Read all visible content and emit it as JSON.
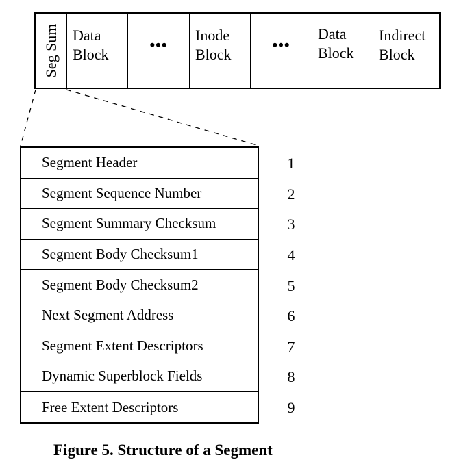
{
  "segment": {
    "cells": [
      {
        "id": "seg-sum",
        "label": "Seg Sum"
      },
      {
        "id": "data-block-1",
        "label": "Data\nBlock"
      },
      {
        "id": "ellipsis-1",
        "label": "•••"
      },
      {
        "id": "inode-block",
        "label": "Inode\nBlock"
      },
      {
        "id": "ellipsis-2",
        "label": "•••"
      },
      {
        "id": "data-block-2",
        "label": "Data\nBlock"
      },
      {
        "id": "indirect-block",
        "label": "Indirect\nBlock"
      }
    ]
  },
  "summary_fields": [
    {
      "label": "Segment Header",
      "number": "1"
    },
    {
      "label": "Segment Sequence Number",
      "number": "2"
    },
    {
      "label": "Segment Summary Checksum",
      "number": "3"
    },
    {
      "label": "Segment Body Checksum1",
      "number": "4"
    },
    {
      "label": "Segment Body Checksum2",
      "number": "5"
    },
    {
      "label": "Next Segment Address",
      "number": "6"
    },
    {
      "label": "Segment Extent Descriptors",
      "number": "7"
    },
    {
      "label": "Dynamic Superblock Fields",
      "number": "8"
    },
    {
      "label": "Free Extent Descriptors",
      "number": "9"
    }
  ],
  "caption": "Figure 5. Structure of a Segment"
}
